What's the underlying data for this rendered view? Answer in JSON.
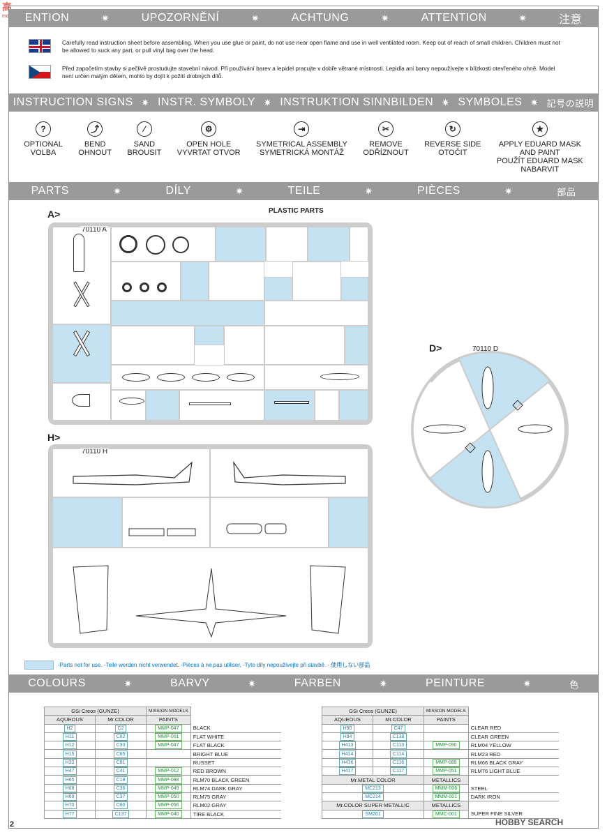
{
  "watermark": {
    "top": "高",
    "sub": "mo.sbah.com"
  },
  "attention_band": [
    "ENTION",
    "UPOZORNĚNÍ",
    "ACHTUNG",
    "ATTENTION",
    "注意"
  ],
  "warnings": {
    "en": "Carefully read instruction sheet before assembling. When you use glue or paint, do not use near open flame and use in well ventilated room. Keep out of reach of small children. Children must not be allowed to suck any part, or pull vinyl bag over the head.",
    "cz": "Před započetím stavby si pečlivě prostudujte stavební návod. Při používání barev a lepidel pracujte v dobře větrané místnosti. Lepidla ani barvy nepoužívejte v blízkosti otevřeného ohně. Model není určen malým dětem, mohlo by dojít k požití drobných dílů."
  },
  "signs_band": [
    "INSTRUCTION SIGNS",
    "INSTR. SYMBOLY",
    "INSTRUKTION  SINNBILDEN",
    "SYMBOLES",
    "記号の説明"
  ],
  "signs": [
    {
      "icon": "?",
      "l1": "OPTIONAL",
      "l2": "VOLBA",
      "l3": "",
      "l4": ""
    },
    {
      "icon": "⤴",
      "l1": "BEND",
      "l2": "OHNOUT",
      "l3": "",
      "l4": ""
    },
    {
      "icon": "⁄",
      "l1": "SAND",
      "l2": "BROUSIT",
      "l3": "",
      "l4": ""
    },
    {
      "icon": "⚙",
      "l1": "OPEN HOLE",
      "l2": "VYVRTAT OTVOR",
      "l3": "",
      "l4": ""
    },
    {
      "icon": "⇥",
      "l1": "SYMETRICAL ASSEMBLY",
      "l2": "SYMETRICKÁ MONTÁŽ",
      "l3": "",
      "l4": ""
    },
    {
      "icon": "✂",
      "l1": "REMOVE",
      "l2": "ODŘÍZNOUT",
      "l3": "",
      "l4": ""
    },
    {
      "icon": "↻",
      "l1": "REVERSE SIDE",
      "l2": "OTOČIT",
      "l3": "",
      "l4": ""
    },
    {
      "icon": "★",
      "l1": "APPLY EDUARD MASK",
      "l2": "AND PAINT",
      "l3": "POUŽÍT EDUARD MASK",
      "l4": "NABARVIT"
    }
  ],
  "parts_band": [
    "PARTS",
    "DÍLY",
    "TEILE",
    "PIÈCES",
    "部品"
  ],
  "plastic_parts": "PLASTIC PARTS",
  "sprues": {
    "a_label": "A>",
    "a_code": "70110 A",
    "d_label": "D>",
    "d_code": "70110 D",
    "h_label": "H>",
    "h_code": "70110 H"
  },
  "legend_text": "-Parts not for use. -Teile werden nicht verwendet. -Pièces à ne pas utiliser, -Tyto díly nepoužívejte při stavbě. -   使用しない部品",
  "colours_band": [
    "COLOURS",
    "BARVY",
    "FARBEN",
    "PEINTURE",
    "色"
  ],
  "tables": {
    "gsi": "GSi Creos (GUNZE)",
    "mission": "MISSION MODELS",
    "aqueous": "AQUEOUS",
    "mrcolor": "Mr.COLOR",
    "paints": "PAINTS",
    "left": [
      [
        "H2",
        "C2",
        "MMP-047",
        "BLACK"
      ],
      [
        "H11",
        "C62",
        "MMP-001",
        "FLAT WHITE"
      ],
      [
        "H12",
        "C33",
        "MMP-047",
        "FLAT BLACK"
      ],
      [
        "H15",
        "C65",
        "",
        "BRIGHT BLUE"
      ],
      [
        "H33",
        "C81",
        "",
        "RUSSET"
      ],
      [
        "H47",
        "C41",
        "MMP-012",
        "RED BROWN"
      ],
      [
        "H65",
        "C18",
        "MMP-088",
        "RLM70 BLACK GREEN"
      ],
      [
        "H68",
        "C36",
        "MMP-049",
        "RLM74 DARK GRAY"
      ],
      [
        "H69",
        "C37",
        "MMP-050",
        "RLM75  GRAY"
      ],
      [
        "H70",
        "C60",
        "MMP-056",
        "RLM02 GRAY"
      ],
      [
        "H77",
        "C137",
        "MMP-040",
        "TIRE BLACK"
      ]
    ],
    "right": [
      [
        "H90",
        "C47",
        "",
        "CLEAR RED"
      ],
      [
        "H94",
        "C138",
        "",
        "CLEAR GREEN"
      ],
      [
        "H413",
        "C113",
        "MMP-090",
        "RLM04 YELLOW"
      ],
      [
        "H414",
        "C114",
        "",
        "RLM23 RED"
      ],
      [
        "H416",
        "C116",
        "MMP-089",
        "RLM66 BLACK GRAY"
      ],
      [
        "H417",
        "C117",
        "MMP-051",
        "RLM76 LIGHT BLUE"
      ]
    ],
    "metal_header": "Mr.METAL COLOR",
    "metallics": "METALLICS",
    "metal": [
      [
        "MC213",
        "MMM-006",
        "STEEL"
      ],
      [
        "MC214",
        "MMM-001",
        "DARK IRON"
      ]
    ],
    "super_header": "Mr.COLOR SUPER METALLIC",
    "super": [
      [
        "SM201",
        "MMC-001",
        "SUPER FINE SILVER"
      ]
    ]
  },
  "page_number": "2",
  "brand": "HOBBY SEARCH"
}
